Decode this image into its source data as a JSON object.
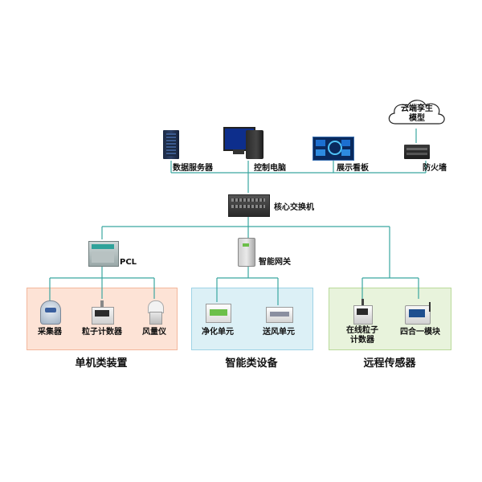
{
  "top": {
    "cloud": {
      "line1": "云端孪生",
      "line2": "模型"
    },
    "data_server": "数据服务器",
    "control_pc": "控制电脑",
    "display_board": "展示看板",
    "firewall": "防火墙"
  },
  "core_switch": "核心交换机",
  "pcl": "PCL",
  "smart_gateway": "智能网关",
  "groups": {
    "standalone": {
      "title": "单机类装置",
      "items": [
        "采集器",
        "粒子计数器",
        "风量仪"
      ]
    },
    "smart": {
      "title": "智能类设备",
      "items": [
        "净化单元",
        "送风单元"
      ]
    },
    "remote": {
      "title": "远程传感器",
      "items": [
        {
          "line1": "在线粒子",
          "line2": "计数器"
        },
        "四合一模块"
      ]
    }
  },
  "colors": {
    "line": "#3aa6a0",
    "box1_fill": "#fde3d6",
    "box1_border": "#f3b79c",
    "box2_fill": "#dcf0f6",
    "box2_border": "#9fd3e6",
    "box3_fill": "#e8f3dc",
    "box3_border": "#b9da9a"
  }
}
